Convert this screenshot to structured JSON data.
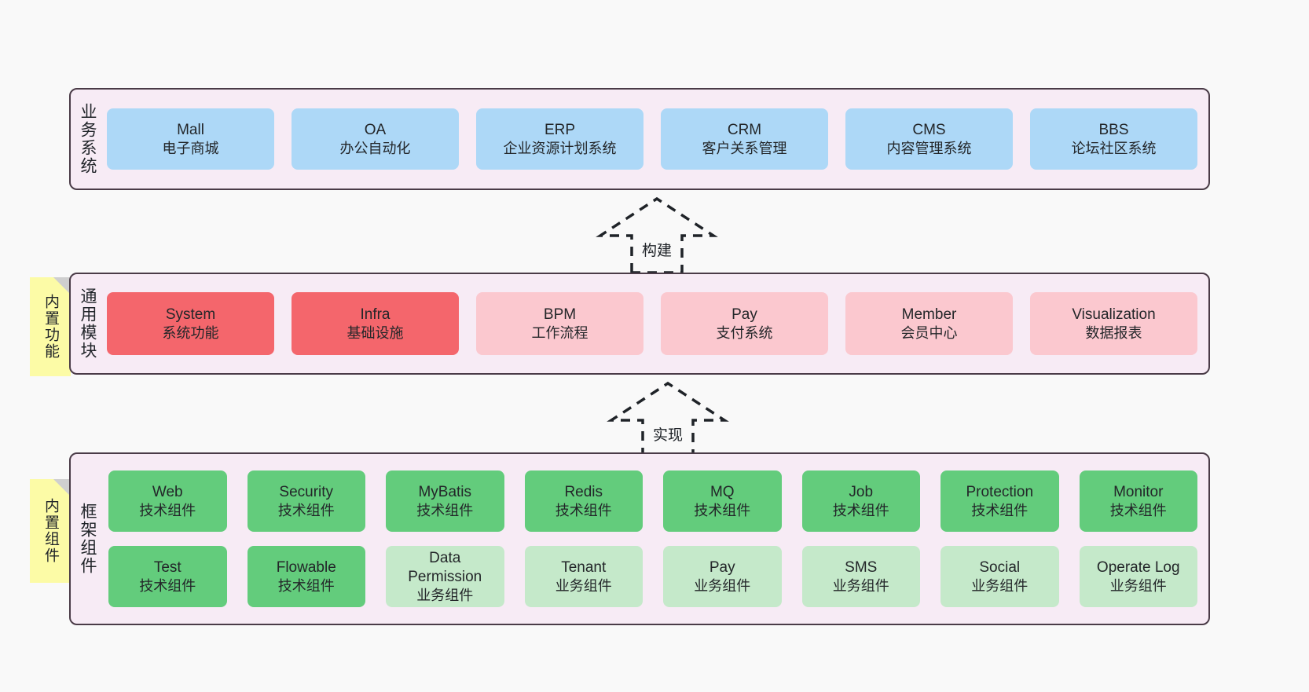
{
  "diagram": {
    "background_color": "#f9f9f9",
    "layer_fill": "#f7ebf5",
    "layer_border": "#4a3b47"
  },
  "layers": [
    {
      "id": "business",
      "title": "业务系统",
      "card_color": "#add8f7",
      "cards": [
        {
          "name": "Mall",
          "desc": "电子商城"
        },
        {
          "name": "OA",
          "desc": "办公自动化"
        },
        {
          "name": "ERP",
          "desc": "企业资源计划系统"
        },
        {
          "name": "CRM",
          "desc": "客户关系管理"
        },
        {
          "name": "CMS",
          "desc": "内容管理系统"
        },
        {
          "name": "BBS",
          "desc": "论坛社区系统"
        }
      ]
    },
    {
      "id": "modules",
      "title": "通用模块",
      "sticky": "内置功能",
      "sticky_color": "#fcfba6",
      "card_color_primary": "#f4666c",
      "card_color_secondary": "#fbc8cf",
      "cards": [
        {
          "name": "System",
          "desc": "系统功能",
          "tone": "red"
        },
        {
          "name": "Infra",
          "desc": "基础设施",
          "tone": "red"
        },
        {
          "name": "BPM",
          "desc": "工作流程",
          "tone": "pink"
        },
        {
          "name": "Pay",
          "desc": "支付系统",
          "tone": "pink"
        },
        {
          "name": "Member",
          "desc": "会员中心",
          "tone": "pink"
        },
        {
          "name": "Visualization",
          "desc": "数据报表",
          "tone": "pink"
        }
      ]
    },
    {
      "id": "framework",
      "title": "框架组件",
      "sticky": "内置组件",
      "sticky_color": "#fcfba6",
      "card_color_primary": "#63cc7c",
      "card_color_secondary": "#c5e9ca",
      "rows": [
        [
          {
            "name": "Web",
            "desc": "技术组件",
            "tone": "green"
          },
          {
            "name": "Security",
            "desc": "技术组件",
            "tone": "green"
          },
          {
            "name": "MyBatis",
            "desc": "技术组件",
            "tone": "green"
          },
          {
            "name": "Redis",
            "desc": "技术组件",
            "tone": "green"
          },
          {
            "name": "MQ",
            "desc": "技术组件",
            "tone": "green"
          },
          {
            "name": "Job",
            "desc": "技术组件",
            "tone": "green"
          },
          {
            "name": "Protection",
            "desc": "技术组件",
            "tone": "green"
          },
          {
            "name": "Monitor",
            "desc": "技术组件",
            "tone": "green"
          }
        ],
        [
          {
            "name": "Test",
            "desc": "技术组件",
            "tone": "green"
          },
          {
            "name": "Flowable",
            "desc": "技术组件",
            "tone": "green"
          },
          {
            "name": "Data Permission",
            "desc": "业务组件",
            "tone": "mint"
          },
          {
            "name": "Tenant",
            "desc": "业务组件",
            "tone": "mint"
          },
          {
            "name": "Pay",
            "desc": "业务组件",
            "tone": "mint"
          },
          {
            "name": "SMS",
            "desc": "业务组件",
            "tone": "mint"
          },
          {
            "name": "Social",
            "desc": "业务组件",
            "tone": "mint"
          },
          {
            "name": "Operate Log",
            "desc": "业务组件",
            "tone": "mint"
          }
        ]
      ]
    }
  ],
  "connectors": [
    {
      "id": "build",
      "label": "构建",
      "style": "dashed-up-arrow"
    },
    {
      "id": "impl",
      "label": "实现",
      "style": "dashed-up-arrow"
    }
  ]
}
